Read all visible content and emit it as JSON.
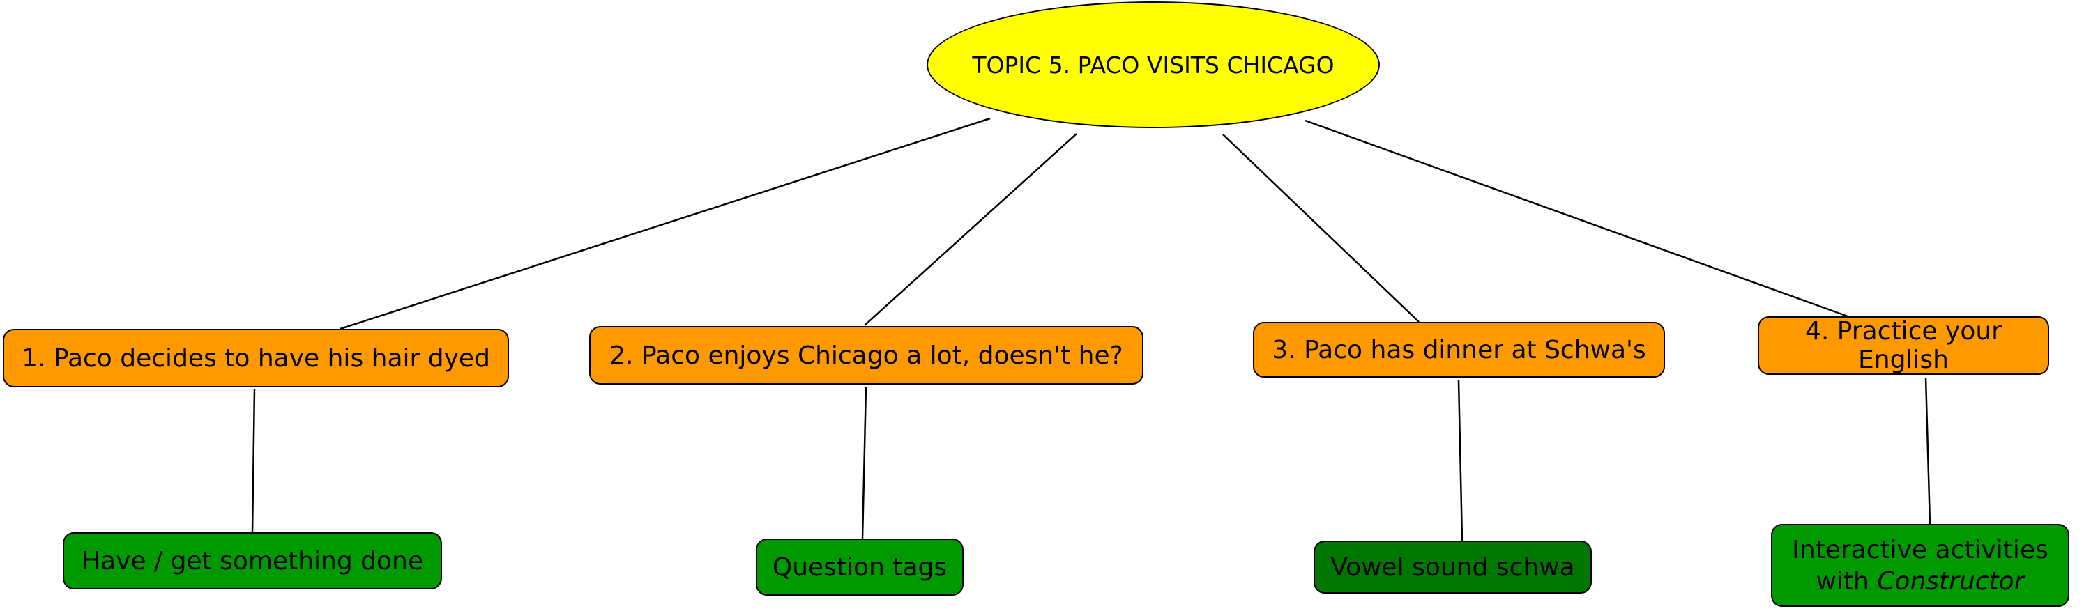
{
  "root": {
    "label": "TOPIC 5. PACO VISITS CHICAGO"
  },
  "topics": [
    {
      "label": "1. Paco decides to have his hair dyed"
    },
    {
      "label": "2. Paco enjoys Chicago a lot, doesn't he?"
    },
    {
      "label": "3. Paco has dinner at Schwa's"
    },
    {
      "label": "4. Practice your English"
    }
  ],
  "leaves": [
    {
      "label": "Have / get something done"
    },
    {
      "label": "Question tags"
    },
    {
      "label": "Vowel sound schwa"
    },
    {
      "label_line1": "Interactive activities",
      "label_line2_prefix": "with ",
      "label_line2_emph": "Constructor"
    }
  ],
  "colors": {
    "root_fill": "#ffff00",
    "topic_fill": "#ff9900",
    "leaf_fill": "#009900",
    "leaf_fill_dark": "#007700",
    "line": "#000000"
  }
}
